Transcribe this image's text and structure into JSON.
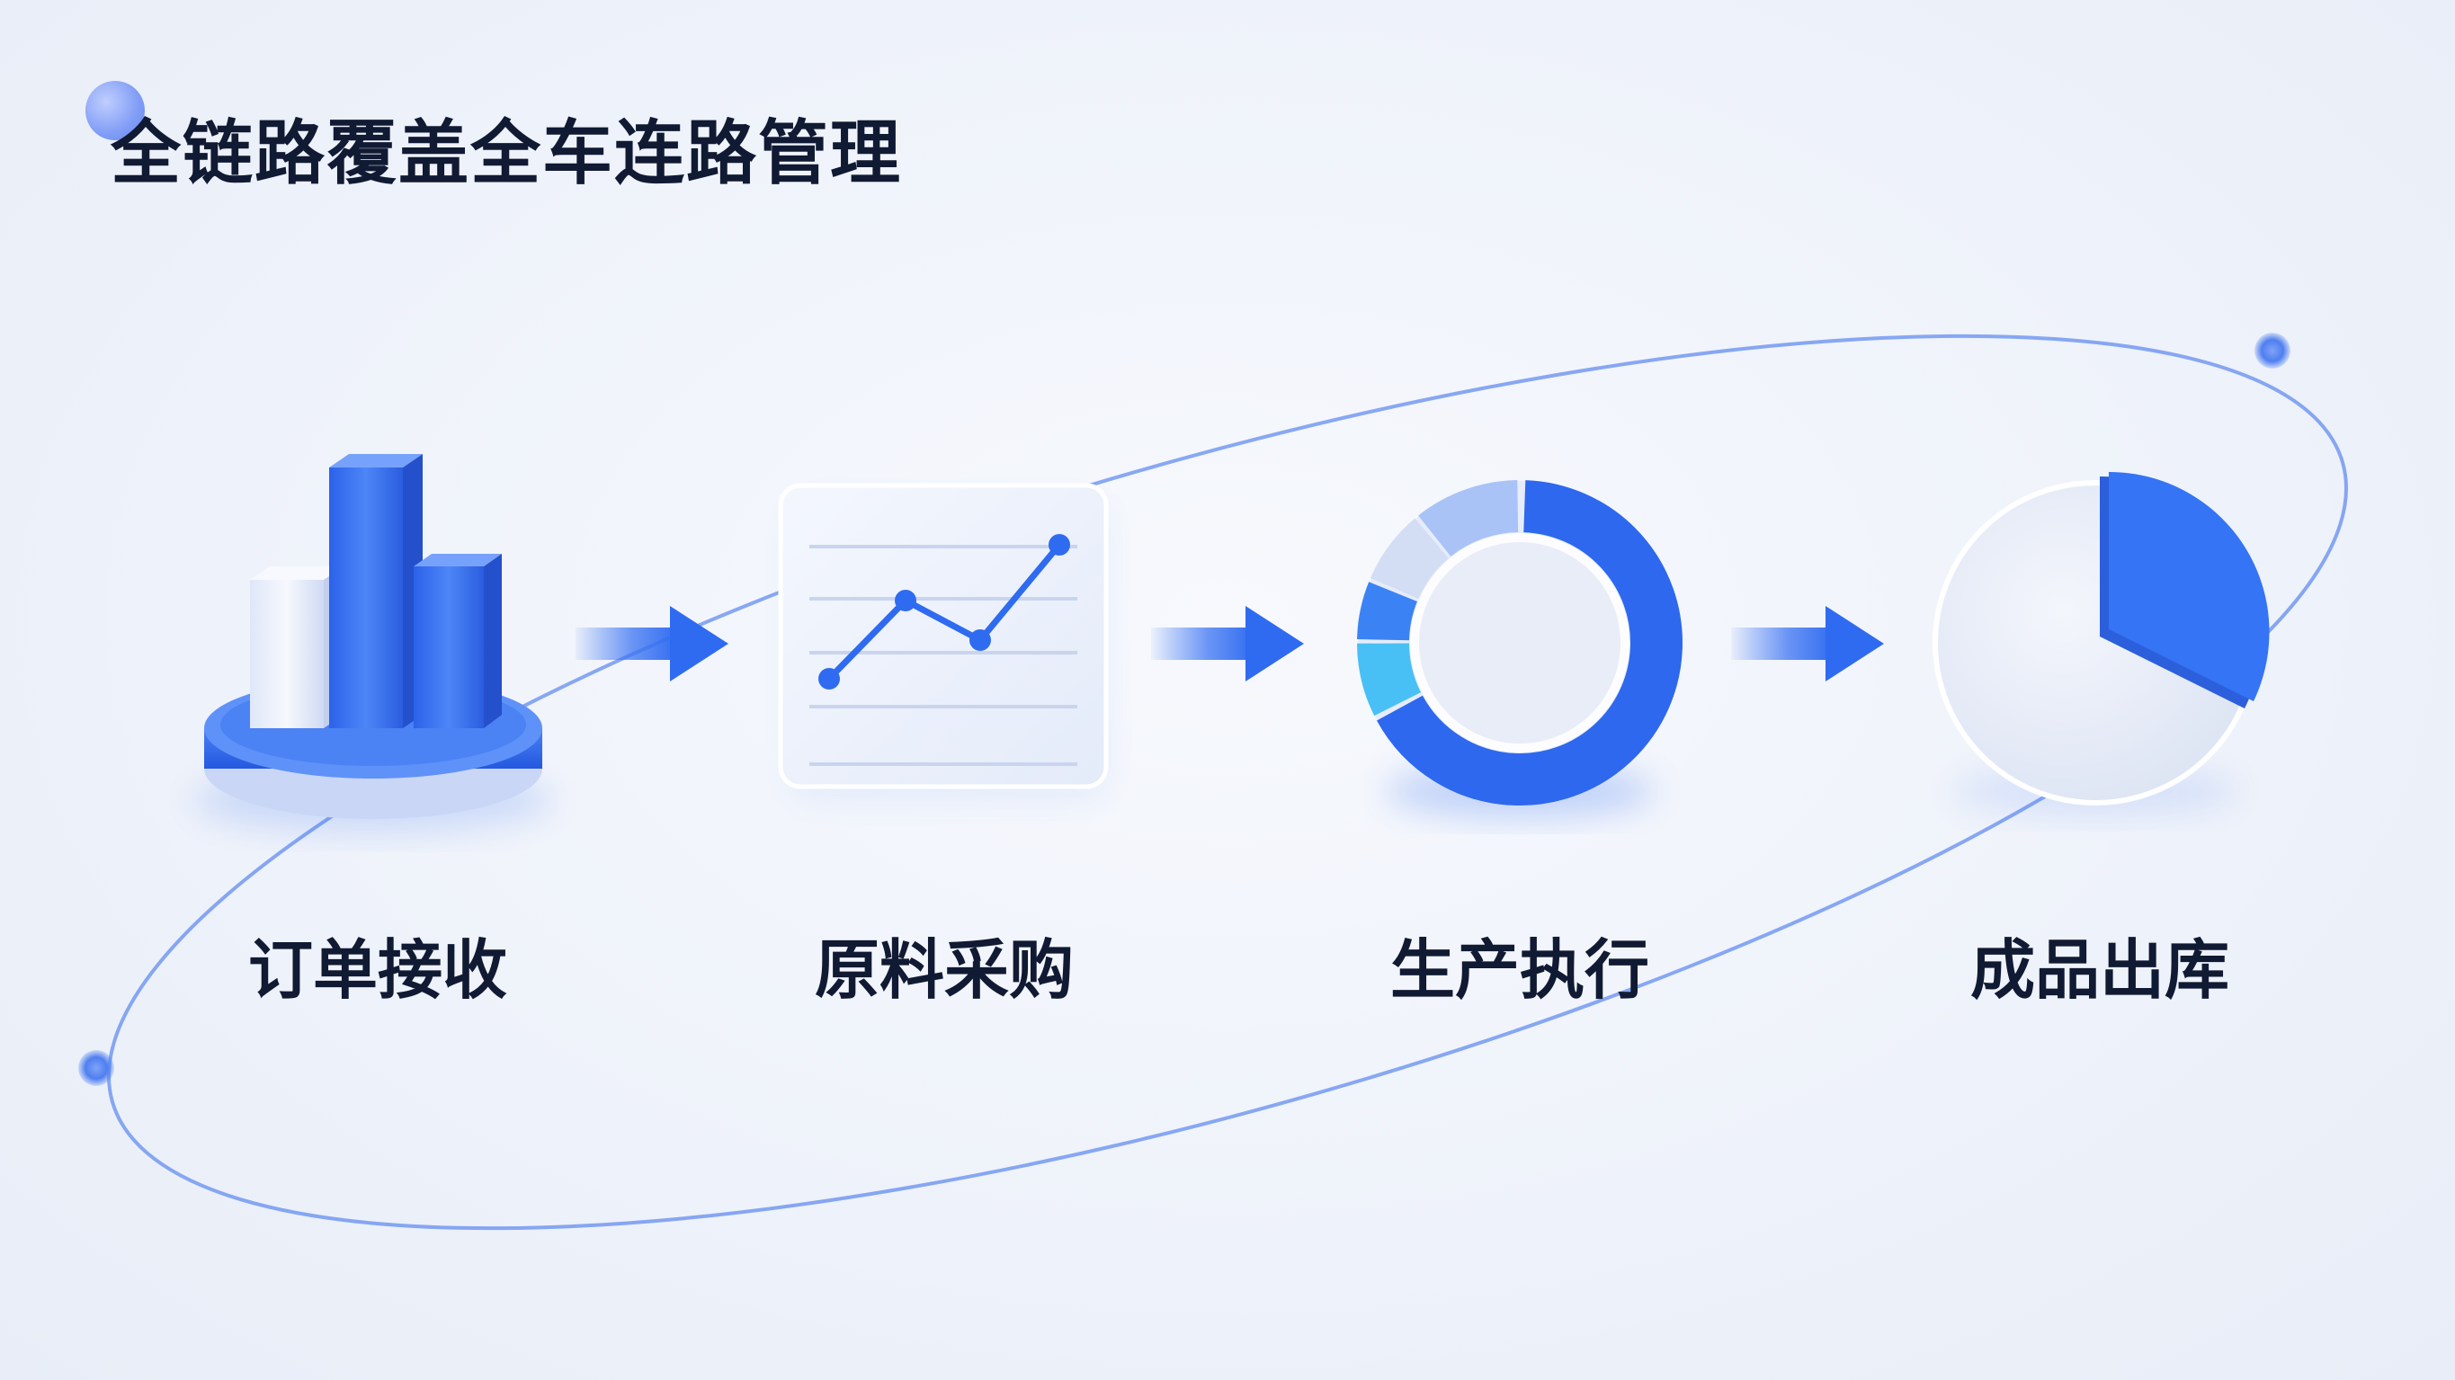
{
  "title": "全链路覆盖全车连路管理",
  "steps": [
    {
      "label": "订单接收",
      "icon": "bar-chart-icon"
    },
    {
      "label": "原料采购",
      "icon": "line-chart-icon"
    },
    {
      "label": "生产执行",
      "icon": "donut-chart-icon"
    },
    {
      "label": "成品出库",
      "icon": "pie-chart-icon"
    }
  ],
  "colors": {
    "accent": "#2f6bf0",
    "accent_light": "#8fb0f8",
    "text": "#111a33",
    "panel": "#eef2fb"
  }
}
